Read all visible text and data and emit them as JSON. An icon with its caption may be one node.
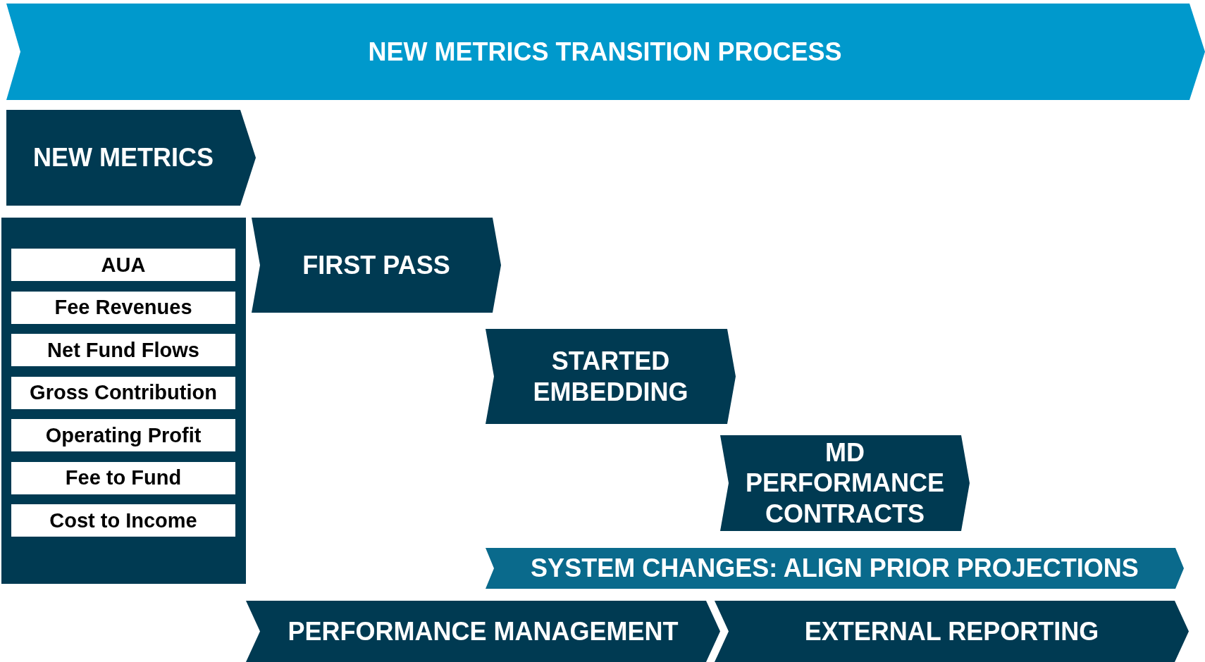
{
  "diagram": {
    "nodes": [
      {
        "text": [
          "NEW METRICS TRANSITION PROCESS"
        ]
      },
      {
        "text": [
          "NEW METRICS"
        ]
      },
      {
        "text": [],
        "shape": "box"
      },
      {
        "text": [
          "AUA"
        ],
        "in": 2
      },
      {
        "text": [
          "Fee Revenues"
        ],
        "in": 2
      },
      {
        "text": [
          "Net Fund Flows"
        ],
        "in": 2
      },
      {
        "text": [
          "Gross Contribution"
        ],
        "in": 2
      },
      {
        "text": [
          "Operating Profit"
        ],
        "in": 2
      },
      {
        "text": [
          "Fee to Fund"
        ],
        "in": 2
      },
      {
        "text": [
          "Cost to Income"
        ],
        "in": 2
      },
      {
        "text": [
          "FIRST PASS"
        ]
      },
      {
        "text": [
          "STARTED EMBEDDING"
        ]
      },
      {
        "text": [
          "MD PERFORMANCE CONTRACTS"
        ]
      },
      {
        "text": [
          "SYSTEM CHANGES: ALIGN PRIOR PROJECTIONS"
        ]
      },
      {
        "text": [
          "PERFORMANCE MANAGEMENT"
        ]
      },
      {
        "text": [
          "EXTERNAL REPORTING"
        ]
      }
    ]
  }
}
